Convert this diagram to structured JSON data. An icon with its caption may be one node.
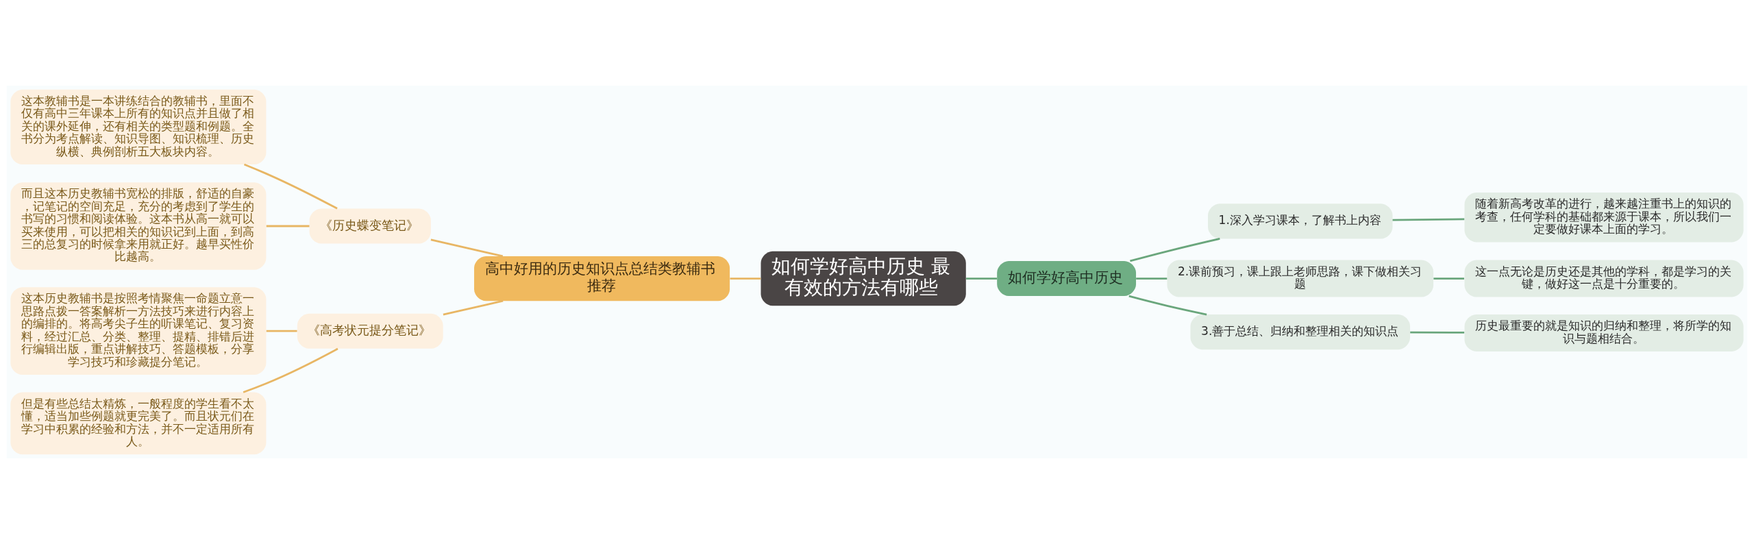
{
  "diagram": {
    "nodes": [
      {
        "text": [
          "如何学好高中历史 最有效的方法有哪些"
        ]
      },
      {
        "text": [
          "高中好用的历史知识点总结类教辅书推荐"
        ]
      },
      {
        "text": [
          "《历史蝶变笔记》"
        ]
      },
      {
        "text": [
          "这本教辅书是一本讲练结合的教辅书，里面不仅有高中三年课本上所有的知识点并且做了相关的课外延伸，还有相关的类型题和例题。全书分为考点解读、知识导图、知识梳理、历史纵横、典例剖析五大板块内容。"
        ]
      },
      {
        "text": [
          "而且这本历史教辅书宽松的排版，舒适的自豪，记笔记的空间充足，充分的考虑到了学生的书写的习惯和阅读体验。这本书从高一就可以买来使用，可以把相关的知识记到上面，到高三的总复习的时候拿来用就正好。越早买性价比越高。"
        ]
      },
      {
        "text": [
          "《高考状元提分笔记》"
        ]
      },
      {
        "text": [
          "这本历史教辅书是按照考情聚焦一命题立意一思路点拨一答案解析一方法技巧来进行内容上的编排的。将高考尖子生的听课笔记、复习资料，经过汇总、分类、整理、提精、排错后进行编辑出版，重点讲解技巧、答题模板，分享学习技巧和珍藏提分笔记。"
        ]
      },
      {
        "text": [
          "但是有些总结太精炼，一般程度的学生看不太懂，适当加些例题就更完美了。而且状元们在学习中积累的经验和方法，并不一定适用所有人。"
        ]
      },
      {
        "text": [
          "如何学好高中历史"
        ]
      },
      {
        "text": [
          "1.深入学习课本，了解书上内容"
        ]
      },
      {
        "text": [
          "随着新高考改革的进行，越来越注重书上的知识的考查，任何学科的基础都来源于课本，所以我们一定要做好课本上面的学习。"
        ]
      },
      {
        "text": [
          "2.课前预习，课上跟上老师思路，课下做相关习题"
        ]
      },
      {
        "text": [
          "这一点无论是历史还是其他的学科，都是学习的关键，做好这一点是十分重要的。"
        ]
      },
      {
        "text": [
          "3.善于总结、归纳和整理相关的知识点"
        ]
      },
      {
        "text": [
          "历史最重要的就是知识的归纳和整理，将所学的知识与题相结合。"
        ]
      }
    ],
    "edges": [
      {
        "from": 0,
        "to": 1,
        "arrow": "none",
        "color": "#e8b664"
      },
      {
        "from": 1,
        "to": 2,
        "arrow": "none",
        "color": "#e8b664"
      },
      {
        "from": 2,
        "to": 3,
        "arrow": "none",
        "color": "#e8b664"
      },
      {
        "from": 2,
        "to": 4,
        "arrow": "none",
        "color": "#e8b664"
      },
      {
        "from": 1,
        "to": 5,
        "arrow": "none",
        "color": "#e8b664"
      },
      {
        "from": 5,
        "to": 6,
        "arrow": "none",
        "color": "#e8b664"
      },
      {
        "from": 5,
        "to": 7,
        "arrow": "none",
        "color": "#e8b664"
      },
      {
        "from": 0,
        "to": 8,
        "arrow": "none",
        "color": "#6aa67c"
      },
      {
        "from": 8,
        "to": 9,
        "arrow": "none",
        "color": "#6aa67c"
      },
      {
        "from": 9,
        "to": 10,
        "arrow": "none",
        "color": "#6aa67c"
      },
      {
        "from": 8,
        "to": 11,
        "arrow": "none",
        "color": "#6aa67c"
      },
      {
        "from": 11,
        "to": 12,
        "arrow": "none",
        "color": "#6aa67c"
      },
      {
        "from": 8,
        "to": 13,
        "arrow": "none",
        "color": "#6aa67c"
      },
      {
        "from": 13,
        "to": 14,
        "arrow": "none",
        "color": "#6aa67c"
      }
    ]
  }
}
